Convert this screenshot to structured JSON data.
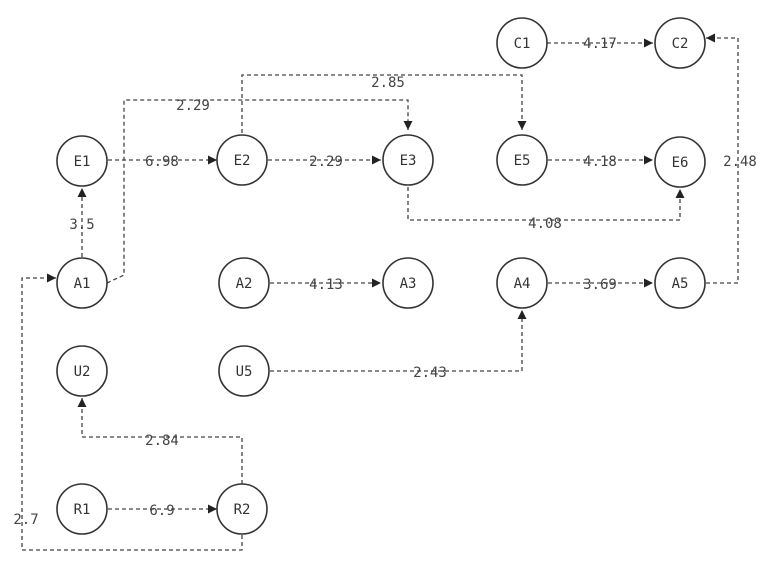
{
  "nodes": {
    "E1": "E1",
    "E2": "E2",
    "E3": "E3",
    "E5": "E5",
    "E6": "E6",
    "C1": "C1",
    "C2": "C2",
    "A1": "A1",
    "A2": "A2",
    "A3": "A3",
    "A4": "A4",
    "A5": "A5",
    "U2": "U2",
    "U5": "U5",
    "R1": "R1",
    "R2": "R2"
  },
  "edges": {
    "c1_c2": "4.17",
    "e2_e5": "2.85",
    "a1_e3": "2.29",
    "e1_e2": "6.98",
    "e2_e3": "2.29",
    "e5_e6": "4.18",
    "a5_c2": "2.48",
    "a1_e1": "3.5",
    "e3_e6": "4.08",
    "a2_a3": "4.13",
    "a4_a5": "3.69",
    "u5_a4": "2.43",
    "r2_u2": "2.84",
    "r1_r2": "6.9",
    "r2_a1": "2.7"
  }
}
